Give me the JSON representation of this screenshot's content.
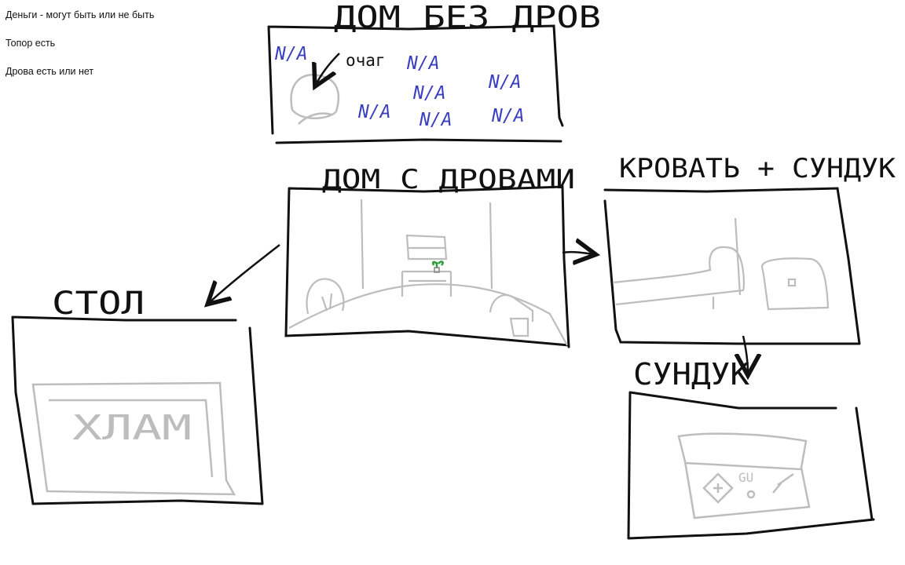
{
  "notes": [
    "Деньги - могут быть или не быть",
    "Топор есть",
    "Дрова есть или нет"
  ],
  "scenes": {
    "house_no_wood": {
      "title": "ДОМ БЕЗ ДРОВ",
      "hearth_label": "очаг",
      "na_label": "N/A"
    },
    "house_with_wood": {
      "title": "ДОМ С ДРОВАМИ"
    },
    "table_scene": {
      "title": "СТОЛ",
      "content_label": "ХЛАМ"
    },
    "bed_chest": {
      "title": "КРОВАТЬ + СУНДУК"
    },
    "chest_scene": {
      "title": "СУНДУК",
      "inventory_text": "GU"
    }
  },
  "colors": {
    "ink": "#111111",
    "sketch": "#bdbdbd",
    "na_blue": "#3a3fbf",
    "plant": "#2e9e3a"
  }
}
